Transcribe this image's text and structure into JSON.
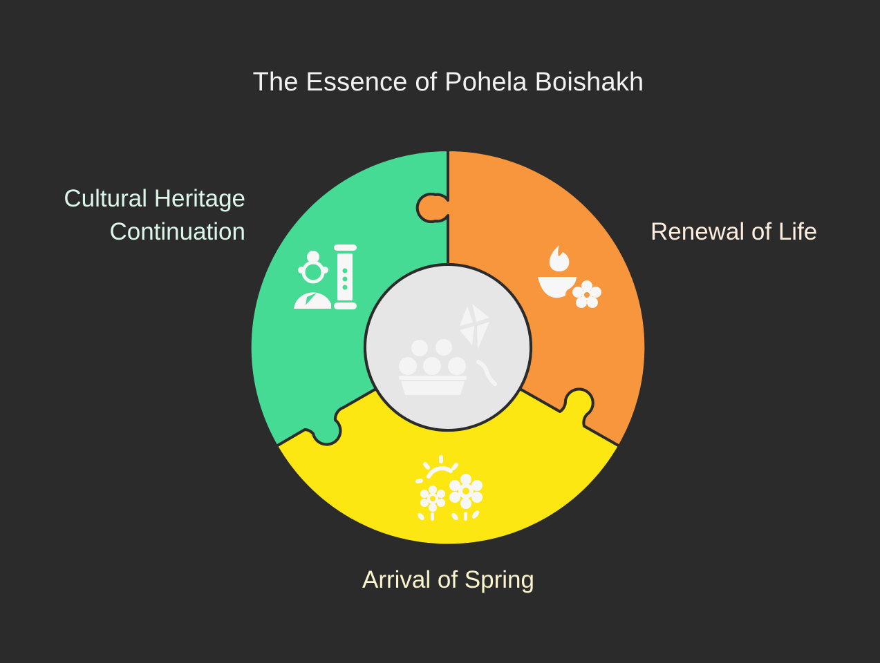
{
  "title": "The Essence of Pohela Boishakh",
  "segments": [
    {
      "id": "heritage",
      "label_line1": "Cultural Heritage",
      "label_line2": "Continuation",
      "color": "#46db94",
      "icon": "woman-with-pillar-icon"
    },
    {
      "id": "renewal",
      "label": "Renewal of Life",
      "color": "#f7963d",
      "icon": "oil-lamp-with-flower-icon"
    },
    {
      "id": "spring",
      "label": "Arrival of Spring",
      "color": "#fde713",
      "icon": "sun-and-flowers-icon"
    }
  ],
  "center": {
    "color": "#e6e6e6",
    "icon": "food-basket-and-kite-icon"
  },
  "colors": {
    "background": "#2b2b2b",
    "outline": "#2b2b2b",
    "icon": "#f7f7f7"
  }
}
